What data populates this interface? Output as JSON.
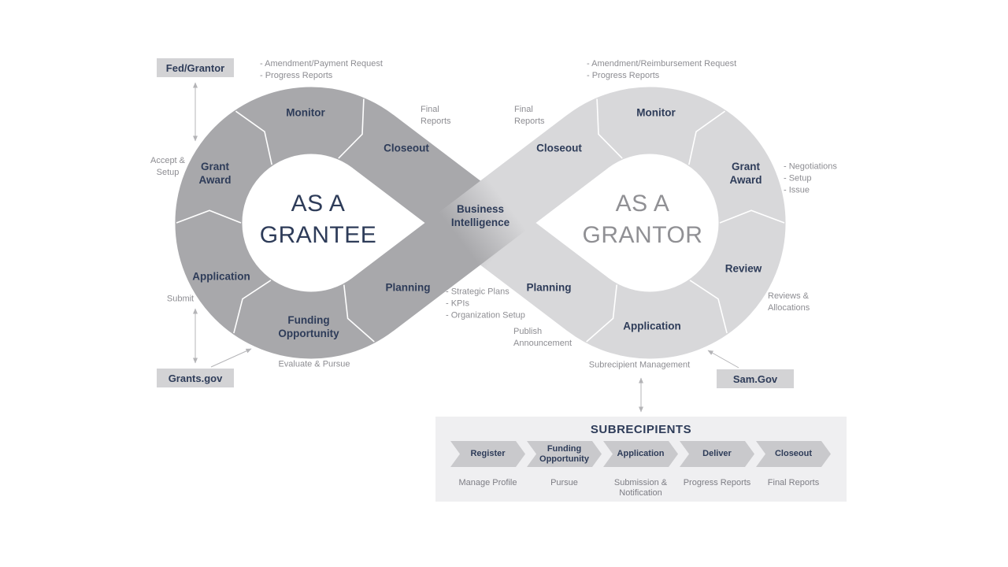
{
  "grantee": {
    "title": "AS A\nGRANTEE",
    "stages": {
      "monitor": "Monitor",
      "closeout": "Closeout",
      "grant_award": "Grant\nAward",
      "application": "Application",
      "funding_opportunity": "Funding\nOpportunity",
      "planning": "Planning"
    },
    "notes": {
      "amendment": "- Amendment/Payment Request\n- Progress Reports",
      "final_reports": "Final\nReports",
      "accept_setup": "Accept &\nSetup",
      "submit": "Submit",
      "evaluate_pursue": "Evaluate & Pursue"
    },
    "external": {
      "fed_grantor": "Fed/Grantor",
      "grants_gov": "Grants.gov"
    }
  },
  "grantor": {
    "title": "AS A\nGRANTOR",
    "stages": {
      "monitor": "Monitor",
      "closeout": "Closeout",
      "grant_award": "Grant\nAward",
      "review": "Review",
      "application": "Application",
      "planning": "Planning"
    },
    "notes": {
      "amendment": "- Amendment/Reimbursement Request\n- Progress Reports",
      "final_reports": "Final\nReports",
      "award_notes": "- Negotiations\n- Setup\n- Issue",
      "reviews_allocations": "Reviews &\nAllocations",
      "publish_announcement": "Publish\nAnnouncement",
      "subrecipient_management": "Subrecipient Management"
    },
    "external": {
      "sam_gov": "Sam.Gov"
    }
  },
  "center": {
    "business_intelligence": "Business\nIntelligence",
    "planning_notes": "- Strategic Plans\n- KPIs\n- Organization Setup"
  },
  "subrecipients": {
    "title": "SUBRECIPIENTS",
    "steps": [
      {
        "label": "Register",
        "sub": "Manage Profile"
      },
      {
        "label": "Funding\nOpportunity",
        "sub": "Pursue"
      },
      {
        "label": "Application",
        "sub": "Submission &\nNotification"
      },
      {
        "label": "Deliver",
        "sub": "Progress Reports"
      },
      {
        "label": "Closeout",
        "sub": "Final Reports"
      }
    ]
  },
  "colors": {
    "grantee_band": "#a8a8ab",
    "grantor_band": "#d8d8da",
    "navy_text": "#2e3c59",
    "gray_text": "#8d8d92",
    "external_box_bg": "#d3d3d5",
    "panel_bg": "#efeff1",
    "chevron_bg": "#c9c9cc"
  }
}
